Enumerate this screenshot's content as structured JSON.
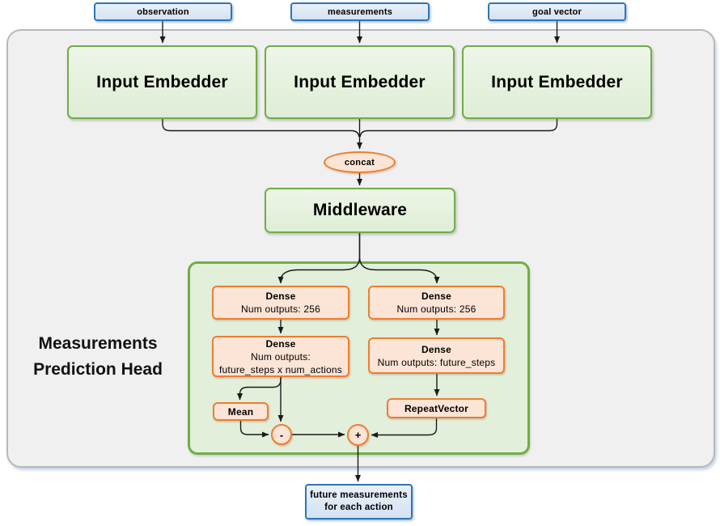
{
  "colors": {
    "blue_accent": "#2e75b6",
    "green_accent": "#70ad47",
    "orange_accent": "#ed7d31",
    "blue_fill": "#dbe5f1",
    "green_fill": "#e2efda",
    "orange_fill": "#fce4d6",
    "container_fill": "#f0f0f0"
  },
  "inputs": [
    {
      "label": "observation"
    },
    {
      "label": "measurements"
    },
    {
      "label": "goal vector"
    }
  ],
  "embedders": [
    {
      "label": "Input Embedder"
    },
    {
      "label": "Input Embedder"
    },
    {
      "label": "Input Embedder"
    }
  ],
  "concat": {
    "label": "concat"
  },
  "middleware": {
    "label": "Middleware"
  },
  "head": {
    "title_line1": "Measurements",
    "title_line2": "Prediction Head",
    "left": {
      "dense1_title": "Dense",
      "dense1_sub": "Num outputs: 256",
      "dense2_title": "Dense",
      "dense2_sub1": "Num outputs:",
      "dense2_sub2": "future_steps x num_actions",
      "mean_label": "Mean",
      "minus_label": "-"
    },
    "right": {
      "dense1_title": "Dense",
      "dense1_sub": "Num outputs: 256",
      "dense2_title": "Dense",
      "dense2_sub": "Num outputs: future_steps",
      "repeat_label": "RepeatVector",
      "plus_label": "+"
    }
  },
  "output": {
    "line1": "future measurements",
    "line2": "for each action"
  }
}
